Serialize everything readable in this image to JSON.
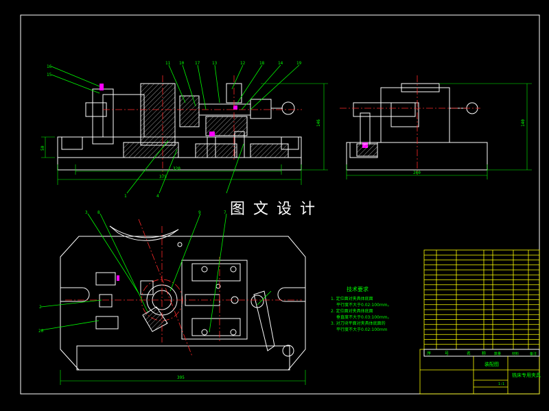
{
  "watermark": "图文设计",
  "balloons_top": [
    "16",
    "15",
    "11",
    "10",
    "17",
    "13",
    "12",
    "18",
    "14",
    "19"
  ],
  "balloons_bottom_front": [
    "1",
    "4"
  ],
  "balloons_plan": [
    "3",
    "8",
    "9",
    "2",
    "7",
    "20"
  ],
  "dims": {
    "front_width_inner": "320",
    "front_width_outer": "375",
    "front_height": "146",
    "front_small": "50",
    "side_width": "260",
    "side_height": "140",
    "plan_width": "395"
  },
  "tech_req": {
    "title": "技术要求",
    "items": [
      "1. 定位面对夹具体底面",
      "平行度不大于0.02:100mm。",
      "2. 定位面对夹具体底面",
      "垂直度不大于0.03:100mm。",
      "3. 对刀块平面对夹具体底面的",
      "平行度不大于0.02:100mm"
    ]
  },
  "title_block": {
    "cells": [
      "序",
      "号",
      "名",
      "称",
      "数量",
      "材料",
      "备注"
    ],
    "drawing_label": "装配图",
    "drawing_name": "铣床专用夹具",
    "scale": "1:1"
  },
  "colors": {
    "background": "#000000",
    "outline": "#ffffff",
    "annotation": "#00ff00",
    "centerline": "#ff2a2a",
    "border": "#ffff00",
    "highlight": "#ff00ff"
  }
}
